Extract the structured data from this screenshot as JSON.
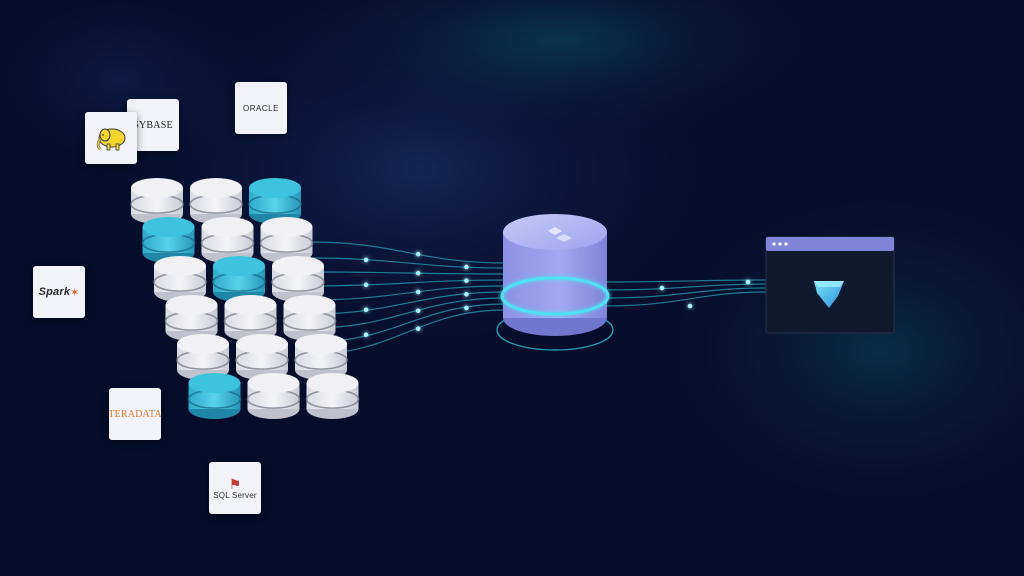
{
  "logos": {
    "sybase": "SYBASE",
    "oracle": "ORACLE",
    "spark": "Spark",
    "teradata": "TERADATA",
    "sql_server": "SQL Server",
    "hadoop_icon": "elephant-icon"
  },
  "source_db_colors": [
    "white",
    "white",
    "teal",
    "teal",
    "white",
    "white",
    "white",
    "teal",
    "white",
    "white",
    "white",
    "white",
    "white",
    "white",
    "white",
    "teal",
    "white",
    "white"
  ],
  "colors": {
    "background": "#060d2b",
    "connection": "#2fd4e8",
    "hub": "#8f96e6",
    "teal_db": "#3ec3df",
    "white_db": "#f1f1f5",
    "target_window": "#0f1a2e"
  },
  "target_window_icon": "gem-icon"
}
